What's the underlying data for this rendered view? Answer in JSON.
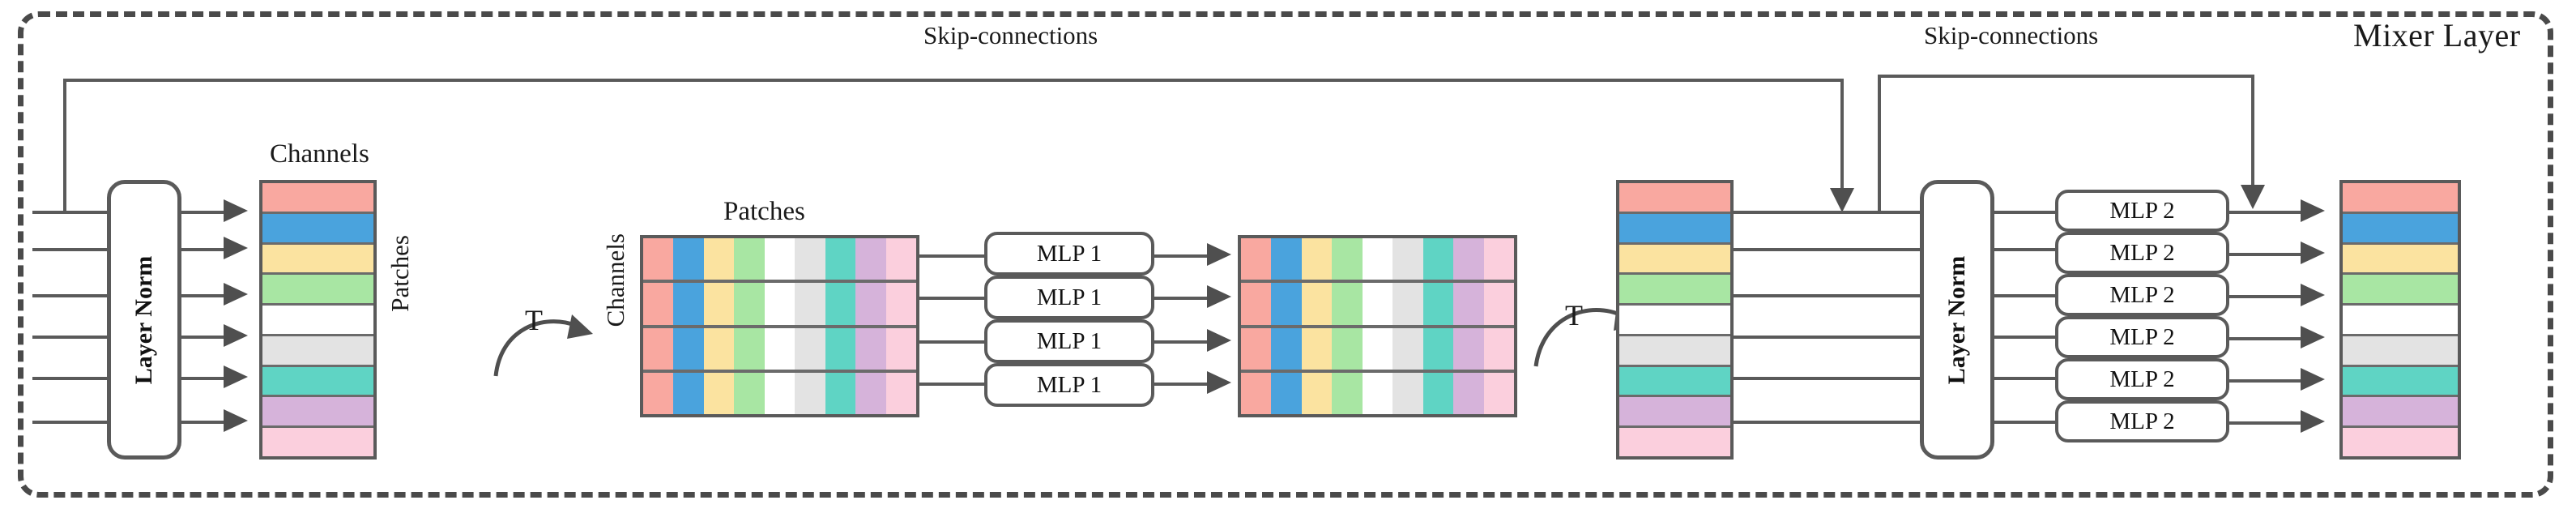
{
  "diagram": {
    "title": "Mixer Layer",
    "skip_left_label": "Skip-connections",
    "skip_right_label": "Skip-connections",
    "transpose_symbol_1": "T",
    "transpose_symbol_2": "T",
    "layer_norm_1": "Layer Norm",
    "layer_norm_2": "Layer Norm",
    "axis_labels": {
      "channels_top": "Channels",
      "patches_side": "Patches",
      "channels_side": "Channels",
      "patches_top": "Patches"
    },
    "mlp1_label": "MLP 1",
    "mlp2_label": "MLP 2",
    "mlp1_boxes": [
      "MLP 1",
      "MLP 1",
      "MLP 1",
      "MLP 1"
    ],
    "mlp2_boxes": [
      "MLP 2",
      "MLP 2",
      "MLP 2",
      "MLP 2",
      "MLP 2",
      "MLP 2"
    ],
    "palette": {
      "c1": "#f9a8a0",
      "c2": "#4aa3dd",
      "c3": "#fbe3a0",
      "c4": "#a8e6a3",
      "c5": "#fbb košt",
      "c6": "#e3e3e3",
      "c7": "#5fd4c4",
      "c8": "#d6b3da",
      "c9": "#fbcfdd",
      "outline": "#5a5a5a",
      "dash": "#4a4a4a",
      "arrow": "#4f4f4f"
    },
    "stack_colors": [
      "#f9a8a0",
      "#4aa3dd",
      "#fbe3a0",
      "#a8e6a3",
      "#fbb košt",
      "#e3e3e3",
      "#5fd4c4",
      "#d6b3da",
      "#fbcfdd"
    ],
    "row_count": 9,
    "grid_rows": 4,
    "grid_cols": 9,
    "counts": {
      "input_lines": 6,
      "layer_norm_out_arrows": 6,
      "mlp1_count": 4,
      "mlp2_count": 6
    }
  }
}
